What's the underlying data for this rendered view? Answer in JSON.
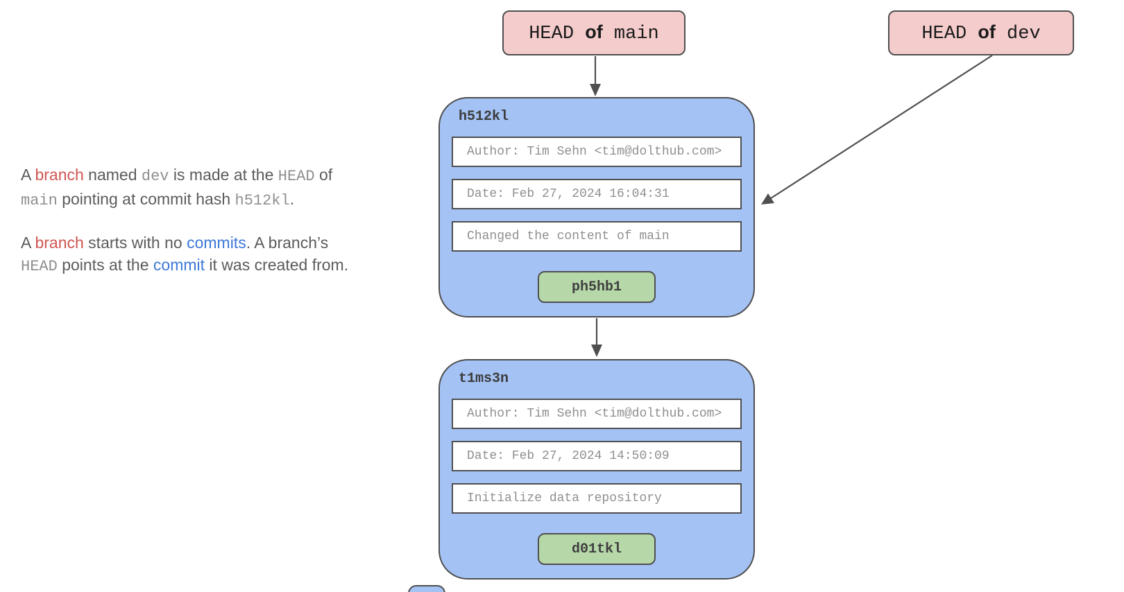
{
  "colors": {
    "pointer_bg": "#f4cccc",
    "commit_bg": "#a4c2f4",
    "hash_bg": "#b6d7a8",
    "border": "#4f4f4f",
    "field_text": "#8f8f8f",
    "red_text": "#cf5552",
    "link_text": "#3c78d8"
  },
  "description": {
    "para1": [
      {
        "text": "A ",
        "style": "sans"
      },
      {
        "text": "branch",
        "style": "red",
        "name": "branch-term"
      },
      {
        "text": " named ",
        "style": "sans"
      },
      {
        "text": "dev",
        "style": "mono",
        "name": "dev-branch-name"
      },
      {
        "text": " is made at the ",
        "style": "sans"
      },
      {
        "text": "HEAD",
        "style": "mono",
        "name": "head-term"
      },
      {
        "text": " of",
        "style": "sans"
      },
      {
        "br": true
      },
      {
        "text": "main",
        "style": "mono",
        "name": "main-branch-name"
      },
      {
        "text": " pointing at commit hash ",
        "style": "sans"
      },
      {
        "text": "h512kl",
        "style": "mono",
        "name": "commit-hash-ref"
      },
      {
        "text": ".",
        "style": "sans"
      }
    ],
    "para2": [
      {
        "text": "A ",
        "style": "sans"
      },
      {
        "text": "branch",
        "style": "red",
        "name": "branch-term"
      },
      {
        "text": " starts with no ",
        "style": "sans"
      },
      {
        "text": "commits",
        "style": "link",
        "name": "commits-link"
      },
      {
        "text": ". A branch’s",
        "style": "sans"
      },
      {
        "br": true
      },
      {
        "text": "HEAD",
        "style": "mono",
        "name": "head-term"
      },
      {
        "text": " points at the ",
        "style": "sans"
      },
      {
        "text": "commit",
        "style": "link",
        "name": "commit-link"
      },
      {
        "text": " it was created from.",
        "style": "sans"
      }
    ]
  },
  "pointers": {
    "main": {
      "segments": [
        {
          "text": "HEAD ",
          "style": "pmono"
        },
        {
          "text": "of",
          "style": "pof"
        },
        {
          "text": " main",
          "style": "pmono"
        }
      ]
    },
    "dev": {
      "segments": [
        {
          "text": "HEAD ",
          "style": "pmono"
        },
        {
          "text": "of",
          "style": "pof"
        },
        {
          "text": " dev",
          "style": "pmono"
        }
      ]
    }
  },
  "commits": [
    {
      "hash": "h512kl",
      "author": "Author: Tim Sehn <tim@dolthub.com>",
      "date": "Date: Feb 27, 2024 16:04:31",
      "message": "Changed the content of main",
      "parent_hash": "ph5hb1"
    },
    {
      "hash": "t1ms3n",
      "author": "Author: Tim Sehn <tim@dolthub.com>",
      "date": "Date: Feb 27, 2024 14:50:09",
      "message": "Initialize data repository",
      "parent_hash": "d01tkl"
    }
  ]
}
